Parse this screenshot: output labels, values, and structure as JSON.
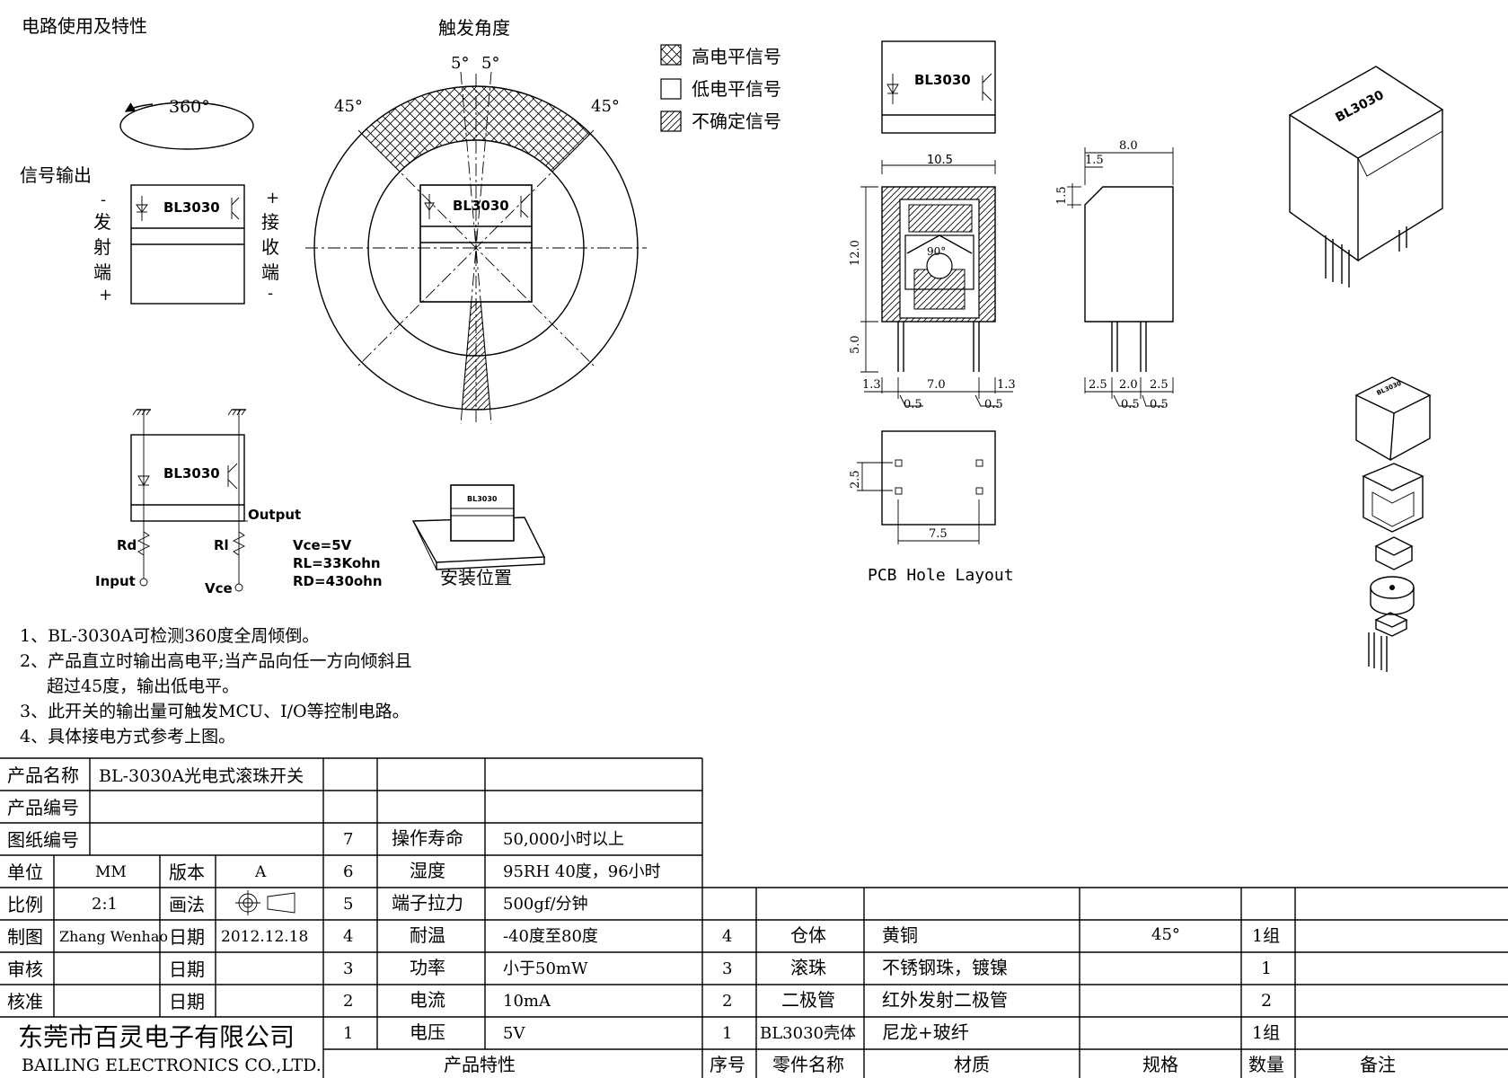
{
  "headings": {
    "circuit_title": "电路使用及特性",
    "trigger_angle": "触发角度",
    "signal_output": "信号输出",
    "rotation": "360°",
    "angle_5_left": "5°",
    "angle_5_right": "5°",
    "angle_45_left": "45°",
    "angle_45_right": "45°",
    "install_position": "安装位置",
    "pcb_hole_layout": "PCB Hole Layout"
  },
  "legend": [
    {
      "label": "高电平信号",
      "pattern": "crosshatch"
    },
    {
      "label": "低电平信号",
      "pattern": "blank"
    },
    {
      "label": "不确定信号",
      "pattern": "diagonal"
    }
  ],
  "part_name": "BL3030",
  "emitter_side": {
    "minus": "-",
    "chars": [
      "发",
      "射",
      "端"
    ],
    "plus": "+"
  },
  "receiver_side": {
    "plus": "+",
    "chars": [
      "接",
      "收",
      "端"
    ],
    "minus": "-"
  },
  "circuit": {
    "output": "Output",
    "rd": "Rd",
    "rl": "Rl",
    "input": "Input",
    "vce": "Vce",
    "spec_vce": "Vce=5V",
    "spec_rl": "RL=33Kohn",
    "spec_rd": "RD=430ohn"
  },
  "dims": {
    "width_10_5": "10.5",
    "height_12_0": "12.0",
    "pin_5_0": "5.0",
    "d_1_3_a": "1.3",
    "d_7_0": "7.0",
    "d_1_3_b": "1.3",
    "d_0_5_a": "0.5",
    "d_0_5_b": "0.5",
    "angle_90": "90°",
    "side_8_0": "8.0",
    "side_1_5_top": "1.5",
    "side_1_5_left": "1.5",
    "side_2_5_a": "2.5",
    "side_2_0": "2.0",
    "side_2_5_b": "2.5",
    "side_0_5_a": "0.5",
    "side_0_5_b": "0.5",
    "pcb_2_5": "2.5",
    "pcb_7_5": "7.5"
  },
  "notes": [
    "1、BL-3030A可检测360度全周倾倒。",
    "2、产品直立时输出高电平;当产品向任一方向倾斜且",
    "超过45度，输出低电平。",
    "3、此开关的输出量可触发MCU、I/O等控制电路。",
    "4、具体接电方式参考上图。"
  ],
  "title_block": {
    "product_name_label": "产品名称",
    "product_name": "BL-3030A光电式滚珠开关",
    "product_no_label": "产品编号",
    "drawing_no_label": "图纸编号",
    "unit_label": "单位",
    "unit": "MM",
    "version_label": "版本",
    "version": "A",
    "scale_label": "比例",
    "scale": "2:1",
    "projection_label": "画法",
    "drawn_label": "制图",
    "drawn_by": "Zhang Wenhao",
    "date_label": "日期",
    "date": "2012.12.18",
    "review_label": "审核",
    "review_date_label": "日期",
    "approve_label": "核准",
    "approve_date_label": "日期",
    "company_cn": "东莞市百灵电子有限公司",
    "company_en": "BAILING ELECTRONICS CO.,LTD."
  },
  "characteristics": {
    "footer": "产品特性",
    "rows": [
      {
        "no": "7",
        "name": "操作寿命",
        "value": "50,000小时以上"
      },
      {
        "no": "6",
        "name": "湿度",
        "value": "95RH 40度，96小时"
      },
      {
        "no": "5",
        "name": "端子拉力",
        "value": "500gf/分钟"
      },
      {
        "no": "4",
        "name": "耐温",
        "value": "-40度至80度"
      },
      {
        "no": "3",
        "name": "功率",
        "value": "小于50mW"
      },
      {
        "no": "2",
        "name": "电流",
        "value": "10mA"
      },
      {
        "no": "1",
        "name": "电压",
        "value": "5V"
      }
    ]
  },
  "bom": {
    "headers": [
      "序号",
      "零件名称",
      "材质",
      "规格",
      "数量",
      "备注"
    ],
    "rows": [
      {
        "no": "4",
        "part": "仓体",
        "material": "黄铜",
        "spec": "45°",
        "qty": "1组",
        "remark": ""
      },
      {
        "no": "3",
        "part": "滚珠",
        "material": "不锈钢珠，镀镍",
        "spec": "",
        "qty": "1",
        "remark": ""
      },
      {
        "no": "2",
        "part": "二极管",
        "material": "红外发射二极管",
        "spec": "",
        "qty": "2",
        "remark": ""
      },
      {
        "no": "1",
        "part": "BL3030壳体",
        "material": "尼龙+玻纤",
        "spec": "",
        "qty": "1组",
        "remark": ""
      }
    ]
  }
}
